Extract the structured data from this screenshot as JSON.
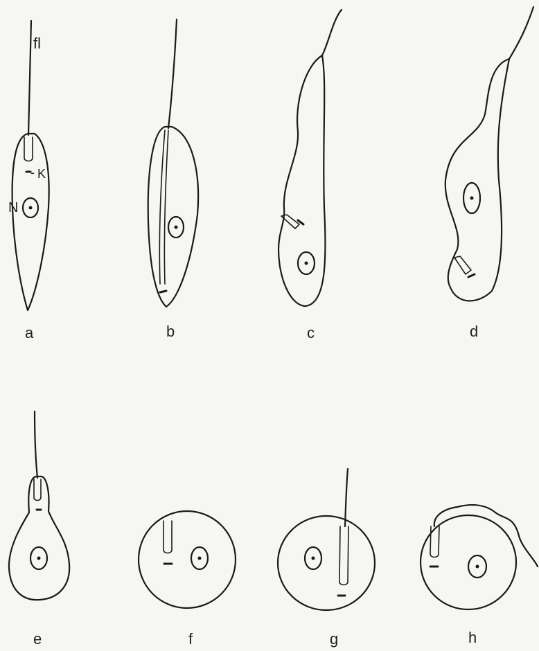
{
  "annotations": {
    "flagellum": "fl",
    "kinetoplast": "K",
    "nucleus": "N"
  },
  "panels": [
    {
      "id": "a",
      "label": "a"
    },
    {
      "id": "b",
      "label": "b"
    },
    {
      "id": "c",
      "label": "c"
    },
    {
      "id": "d",
      "label": "d"
    },
    {
      "id": "e",
      "label": "e"
    },
    {
      "id": "f",
      "label": "f"
    },
    {
      "id": "g",
      "label": "g"
    },
    {
      "id": "h",
      "label": "h"
    }
  ],
  "colors": {
    "ink": "#1a1a1a",
    "paper": "#f6f6f2"
  }
}
